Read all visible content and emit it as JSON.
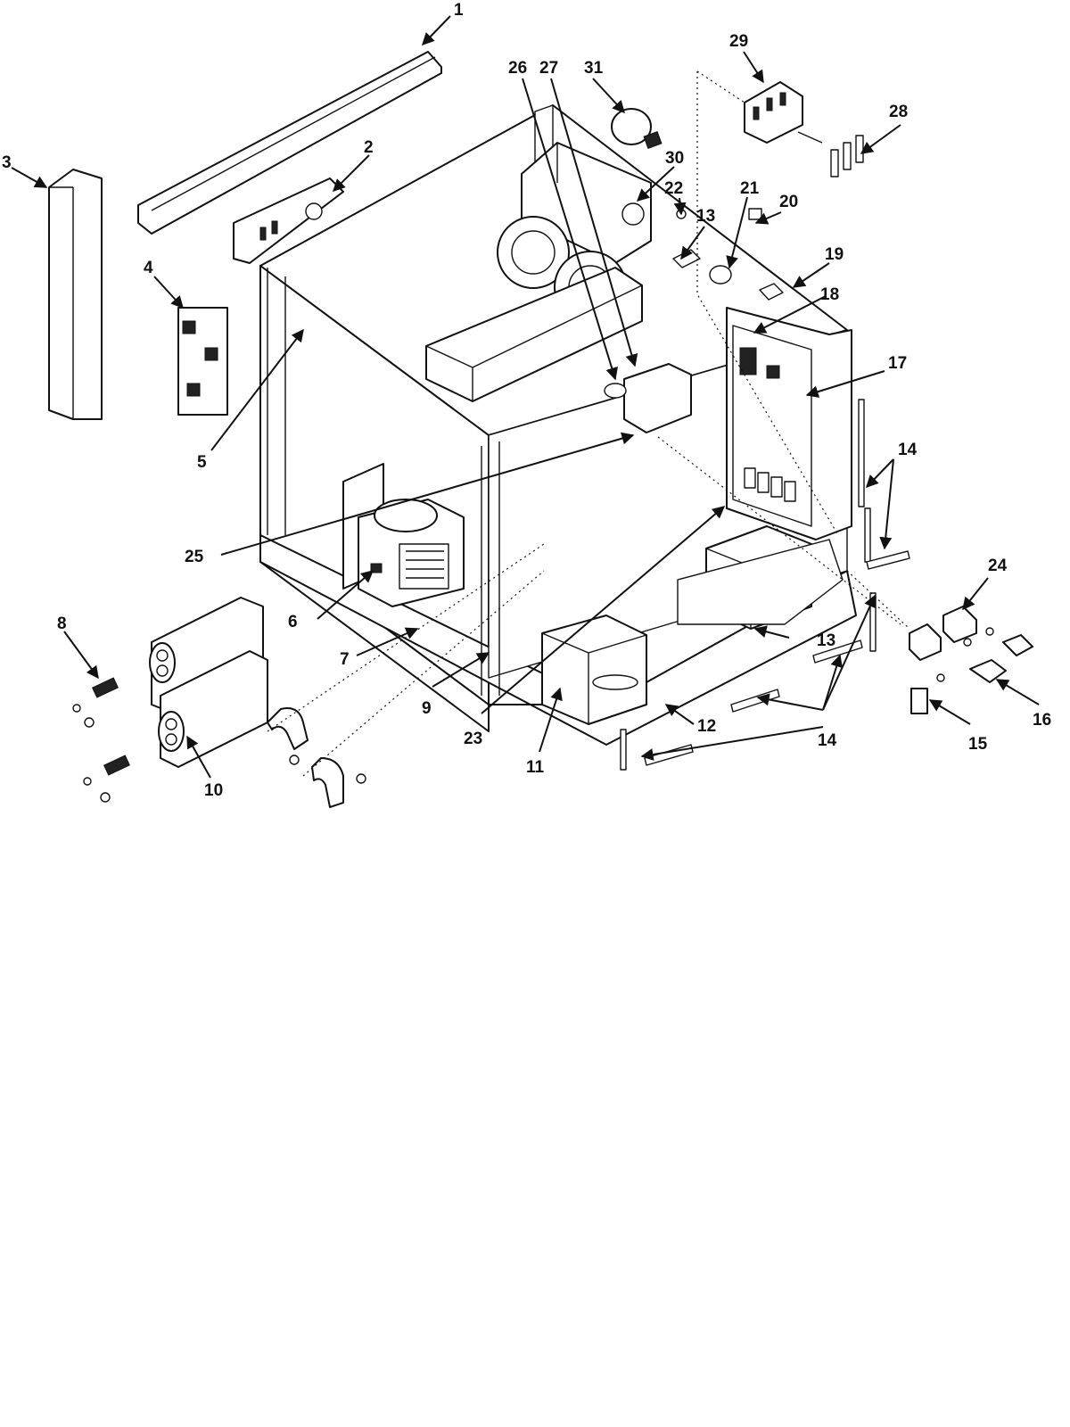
{
  "callouts": {
    "c1": "1",
    "c2": "2",
    "c3": "3",
    "c4": "4",
    "c5": "5",
    "c6": "6",
    "c7": "7",
    "c8": "8",
    "c9": "9",
    "c10": "10",
    "c11": "11",
    "c12": "12",
    "c13a": "13",
    "c13b": "13",
    "c14a": "14",
    "c14b": "14",
    "c15": "15",
    "c16": "16",
    "c17": "17",
    "c18": "18",
    "c19": "19",
    "c20": "20",
    "c21": "21",
    "c22": "22",
    "c23": "23",
    "c24": "24",
    "c25": "25",
    "c26": "26",
    "c27": "27",
    "c28": "28",
    "c29": "29",
    "c30": "30",
    "c31": "31"
  },
  "colors": {
    "ink": "#111111",
    "paper": "#ffffff"
  }
}
